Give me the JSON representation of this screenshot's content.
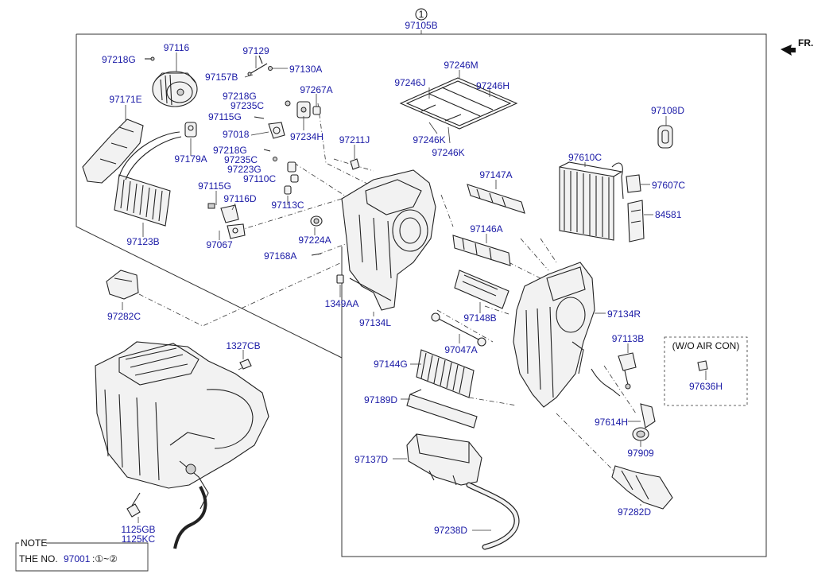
{
  "diagram": {
    "top_ref_number": "1",
    "top_ref_part": "97105B",
    "fr_label": "FR.",
    "woac_box_title": "(W/O AIR CON)",
    "note": {
      "title": "NOTE",
      "text_prefix": "THE NO.",
      "part_number": "97001",
      "text_range": ":①~②"
    },
    "parts": [
      {
        "id": "p1",
        "number": "97116"
      },
      {
        "id": "p2",
        "number": "97218G"
      },
      {
        "id": "p3",
        "number": "97171E"
      },
      {
        "id": "p4",
        "number": "97179A"
      },
      {
        "id": "p5",
        "number": "97123B"
      },
      {
        "id": "p6",
        "number": "97129"
      },
      {
        "id": "p7",
        "number": "97130A"
      },
      {
        "id": "p8",
        "number": "97157B"
      },
      {
        "id": "p9",
        "number": "97267A"
      },
      {
        "id": "p10",
        "number": "97218G"
      },
      {
        "id": "p11",
        "number": "97235C"
      },
      {
        "id": "p12",
        "number": "97115G"
      },
      {
        "id": "p13",
        "number": "97018"
      },
      {
        "id": "p14",
        "number": "97234H"
      },
      {
        "id": "p15",
        "number": "97218G"
      },
      {
        "id": "p16",
        "number": "97235C"
      },
      {
        "id": "p17",
        "number": "97223G"
      },
      {
        "id": "p18",
        "number": "97110C"
      },
      {
        "id": "p19",
        "number": "97115G"
      },
      {
        "id": "p20",
        "number": "97116D"
      },
      {
        "id": "p21",
        "number": "97113C"
      },
      {
        "id": "p22",
        "number": "97067"
      },
      {
        "id": "p23",
        "number": "97224A"
      },
      {
        "id": "p24",
        "number": "97168A"
      },
      {
        "id": "p25",
        "number": "97211J"
      },
      {
        "id": "p26",
        "number": "97246M"
      },
      {
        "id": "p27",
        "number": "97246J"
      },
      {
        "id": "p28",
        "number": "97246H"
      },
      {
        "id": "p29",
        "number": "97246K"
      },
      {
        "id": "p30",
        "number": "97246K"
      },
      {
        "id": "p31",
        "number": "97108D"
      },
      {
        "id": "p32",
        "number": "97610C"
      },
      {
        "id": "p33",
        "number": "97607C"
      },
      {
        "id": "p34",
        "number": "84581"
      },
      {
        "id": "p35",
        "number": "97147A"
      },
      {
        "id": "p36",
        "number": "97146A"
      },
      {
        "id": "p37",
        "number": "97134R"
      },
      {
        "id": "p38",
        "number": "1349AA"
      },
      {
        "id": "p39",
        "number": "97134L"
      },
      {
        "id": "p40",
        "number": "97148B"
      },
      {
        "id": "p41",
        "number": "97047A"
      },
      {
        "id": "p42",
        "number": "97113B"
      },
      {
        "id": "p43",
        "number": "97636H"
      },
      {
        "id": "p44",
        "number": "97282C"
      },
      {
        "id": "p45",
        "number": "1327CB"
      },
      {
        "id": "p46",
        "number": "97144G"
      },
      {
        "id": "p47",
        "number": "97189D"
      },
      {
        "id": "p48",
        "number": "97614H"
      },
      {
        "id": "p49",
        "number": "97909"
      },
      {
        "id": "p50",
        "number": "97137D"
      },
      {
        "id": "p51",
        "number": "97282D"
      },
      {
        "id": "p52",
        "number": "97238D"
      },
      {
        "id": "p53",
        "number": "1125GB"
      },
      {
        "id": "p54",
        "number": "1125KC"
      }
    ],
    "colors": {
      "part_number_text": "#1a1aa6",
      "line_art": "#222222",
      "background": "#ffffff"
    }
  }
}
